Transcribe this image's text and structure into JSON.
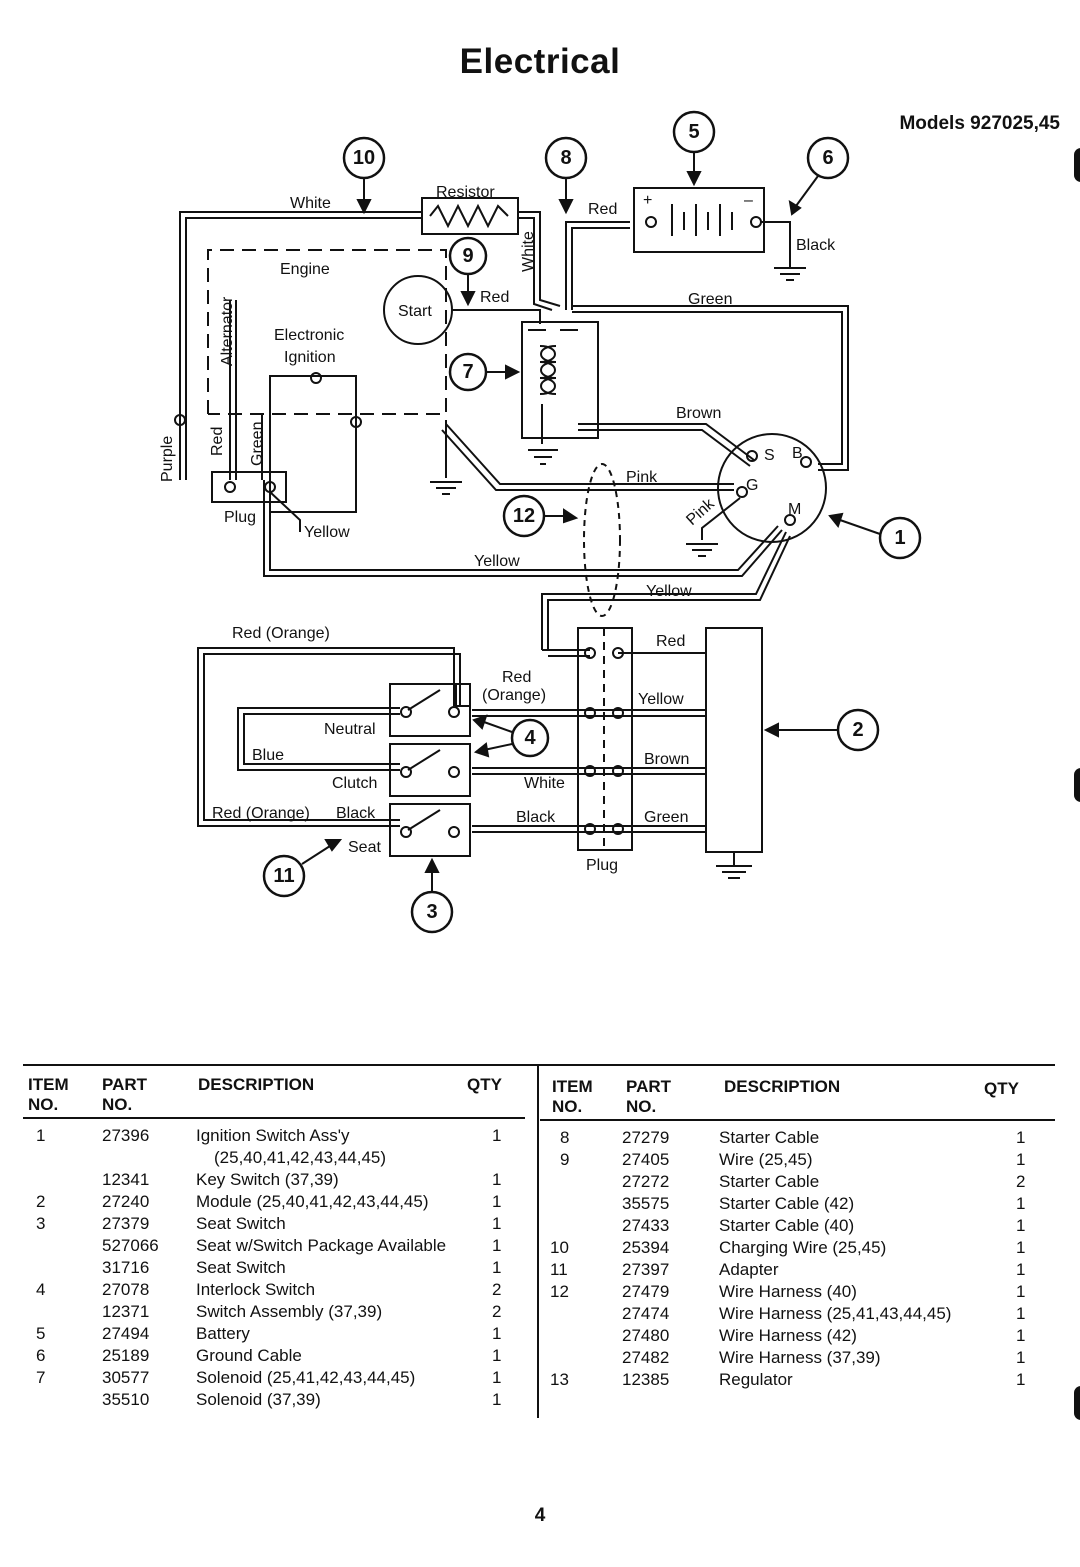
{
  "title": "Electrical",
  "models": "Models 927025,45",
  "page_number": "4",
  "diagram": {
    "callouts": [
      "1",
      "2",
      "3",
      "4",
      "5",
      "6",
      "7",
      "8",
      "9",
      "10",
      "11",
      "12"
    ],
    "labels": {
      "resistor": "Resistor",
      "white_top": "White",
      "white_vertical": "White",
      "red_battery": "Red",
      "black_battery": "Black",
      "engine": "Engine",
      "start": "Start",
      "red_start": "Red",
      "green": "Green",
      "electronic": "Electronic",
      "ignition": "Ignition",
      "alternator": "Alternator",
      "brown": "Brown",
      "pink": "Pink",
      "pink_small": "Pink",
      "purple": "Purple",
      "red_vertical": "Red",
      "green_vertical": "Green",
      "plug_left": "Plug",
      "yellow_a": "Yellow",
      "yellow_b": "Yellow",
      "yellow_c": "Yellow",
      "switch_s": "S",
      "switch_b": "B",
      "switch_g": "G",
      "switch_m": "M",
      "red_orange_top": "Red (Orange)",
      "red_mid": "Red",
      "orange_mid": "(Orange)",
      "neutral": "Neutral",
      "blue": "Blue",
      "clutch": "Clutch",
      "red_orange_bottom": "Red (Orange)",
      "black_left": "Black",
      "seat": "Seat",
      "white_mid": "White",
      "black_mid": "Black",
      "red_right": "Red",
      "yellow_right": "Yellow",
      "brown_right": "Brown",
      "green_right": "Green",
      "plug_bottom": "Plug"
    }
  },
  "parts_left": {
    "headers": {
      "item": "ITEM",
      "item2": "NO.",
      "part": "PART",
      "part2": "NO.",
      "description": "DESCRIPTION",
      "qty": "QTY"
    },
    "rows": [
      {
        "item": "1",
        "part": "27396",
        "description": "Ignition Switch Ass'y",
        "qty": "1"
      },
      {
        "item": "",
        "part": "",
        "description": "(25,40,41,42,43,44,45)",
        "qty": ""
      },
      {
        "item": "",
        "part": "12341",
        "description": "Key Switch (37,39)",
        "qty": "1"
      },
      {
        "item": "2",
        "part": "27240",
        "description": "Module (25,40,41,42,43,44,45)",
        "qty": "1"
      },
      {
        "item": "3",
        "part": "27379",
        "description": "Seat Switch",
        "qty": "1"
      },
      {
        "item": "",
        "part": "527066",
        "description": "Seat w/Switch Package Available",
        "qty": "1"
      },
      {
        "item": "",
        "part": "31716",
        "description": "Seat Switch",
        "qty": "1"
      },
      {
        "item": "4",
        "part": "27078",
        "description": "Interlock Switch",
        "qty": "2"
      },
      {
        "item": "",
        "part": "12371",
        "description": "Switch Assembly (37,39)",
        "qty": "2"
      },
      {
        "item": "5",
        "part": "27494",
        "description": "Battery",
        "qty": "1"
      },
      {
        "item": "6",
        "part": "25189",
        "description": "Ground Cable",
        "qty": "1"
      },
      {
        "item": "7",
        "part": "30577",
        "description": "Solenoid (25,41,42,43,44,45)",
        "qty": "1"
      },
      {
        "item": "",
        "part": "35510",
        "description": "Solenoid (37,39)",
        "qty": "1"
      }
    ]
  },
  "parts_right": {
    "headers": {
      "item": "ITEM",
      "item2": "NO.",
      "part": "PART",
      "part2": "NO.",
      "description": "DESCRIPTION",
      "qty": "QTY"
    },
    "rows": [
      {
        "item": "8",
        "part": "27279",
        "description": "Starter Cable",
        "qty": "1"
      },
      {
        "item": "9",
        "part": "27405",
        "description": "Wire (25,45)",
        "qty": "1"
      },
      {
        "item": "",
        "part": "27272",
        "description": "Starter Cable",
        "qty": "2"
      },
      {
        "item": "",
        "part": "35575",
        "description": "Starter Cable  (42)",
        "qty": "1"
      },
      {
        "item": "",
        "part": "27433",
        "description": "Starter Cable (40)",
        "qty": "1"
      },
      {
        "item": "10",
        "part": "25394",
        "description": "Charging Wire (25,45)",
        "qty": "1"
      },
      {
        "item": "11",
        "part": "27397",
        "description": "Adapter",
        "qty": "1"
      },
      {
        "item": "12",
        "part": "27479",
        "description": "Wire Harness (40)",
        "qty": "1"
      },
      {
        "item": "",
        "part": "27474",
        "description": "Wire Harness (25,41,43,44,45)",
        "qty": "1"
      },
      {
        "item": "",
        "part": "27480",
        "description": "Wire Harness (42)",
        "qty": "1"
      },
      {
        "item": "",
        "part": "27482",
        "description": "Wire Harness (37,39)",
        "qty": "1"
      },
      {
        "item": "13",
        "part": "12385",
        "description": "Regulator",
        "qty": "1"
      }
    ]
  }
}
